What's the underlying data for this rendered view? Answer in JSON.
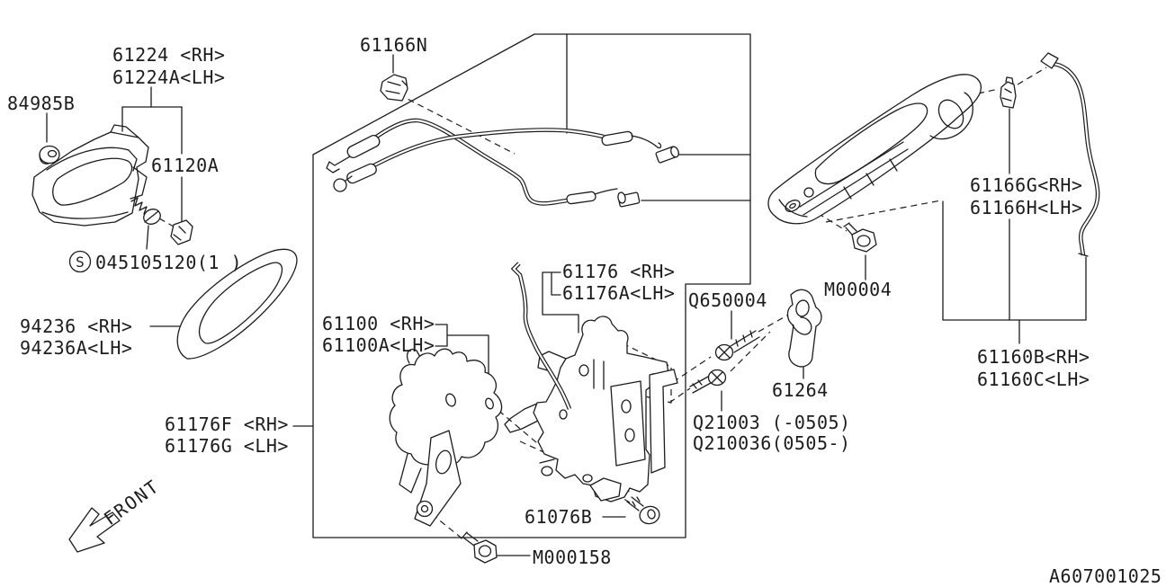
{
  "colors": {
    "line": "#1c1c1c",
    "background": "#ffffff"
  },
  "screw_symbol": "S",
  "front": {
    "label": "FRONT"
  },
  "code": {
    "text": "A607001025"
  },
  "labels": [
    {
      "name": "part-61224-rh",
      "text": "61224 <RH>"
    },
    {
      "name": "part-61224a-lh",
      "text": "61224A<LH>"
    },
    {
      "name": "part-84985b",
      "text": "84985B"
    },
    {
      "name": "part-61120a",
      "text": "61120A"
    },
    {
      "name": "part-045105120",
      "text": "045105120(1 )"
    },
    {
      "name": "part-94236-rh",
      "text": "94236 <RH>"
    },
    {
      "name": "part-94236a-lh",
      "text": "94236A<LH>"
    },
    {
      "name": "part-61176f-rh",
      "text": "61176F <RH>"
    },
    {
      "name": "part-61176g-lh",
      "text": "61176G <LH>"
    },
    {
      "name": "part-61166n",
      "text": "61166N"
    },
    {
      "name": "part-61100-rh",
      "text": "61100 <RH>"
    },
    {
      "name": "part-61100a-lh",
      "text": "61100A<LH>"
    },
    {
      "name": "part-61176-rh",
      "text": "61176 <RH>"
    },
    {
      "name": "part-61176a-lh",
      "text": "61176A<LH>"
    },
    {
      "name": "part-q650004",
      "text": "Q650004"
    },
    {
      "name": "part-m00004",
      "text": "M00004"
    },
    {
      "name": "part-61166g-rh",
      "text": "61166G<RH>"
    },
    {
      "name": "part-61166h-lh",
      "text": "61166H<LH>"
    },
    {
      "name": "part-61264",
      "text": "61264"
    },
    {
      "name": "part-q21003",
      "text": "Q21003 (-0505)"
    },
    {
      "name": "part-q210036",
      "text": "Q210036(0505-)"
    },
    {
      "name": "part-61076b",
      "text": "61076B"
    },
    {
      "name": "part-m000158",
      "text": "M000158"
    },
    {
      "name": "part-61160b-rh",
      "text": "61160B<RH>"
    },
    {
      "name": "part-61160c-lh",
      "text": "61160C<LH>"
    }
  ]
}
